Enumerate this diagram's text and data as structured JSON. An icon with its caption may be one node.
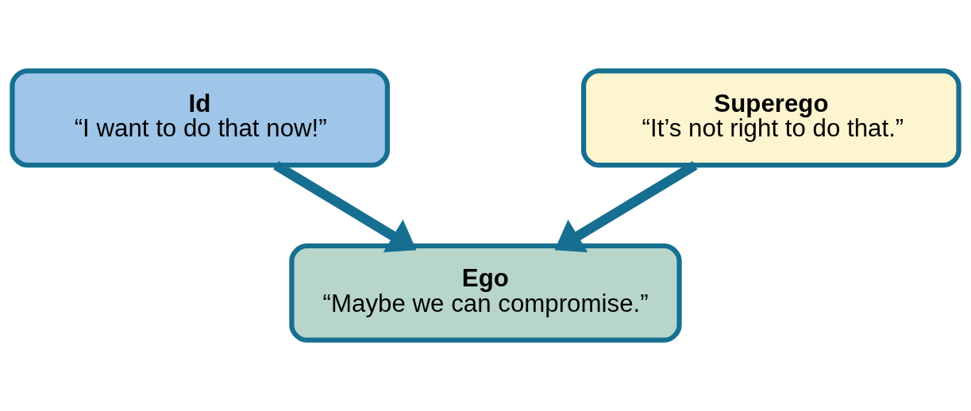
{
  "diagram": {
    "nodes": [
      {
        "text": [
          "Id",
          "“I want to do that now!”"
        ]
      },
      {
        "text": [
          "Superego",
          "“It’s not right to do that.”"
        ]
      },
      {
        "text": [
          "Ego",
          "“Maybe we can compromise.”"
        ]
      }
    ],
    "edges": [
      {
        "from": 0,
        "to": 2,
        "arrow": "to"
      },
      {
        "from": 1,
        "to": 2,
        "arrow": "to"
      }
    ]
  }
}
